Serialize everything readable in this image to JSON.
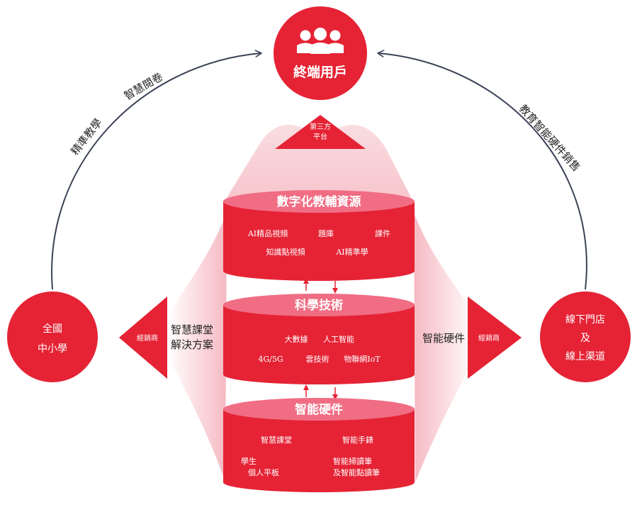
{
  "top_node": {
    "label": "終端用戶",
    "icon": "users-group-icon"
  },
  "third_party": {
    "line1": "第三方",
    "line2": "平台"
  },
  "left_node": {
    "line1": "全國",
    "line2": "中小學"
  },
  "right_node": {
    "line1": "線下門店",
    "line2": "及",
    "line3": "線上渠道"
  },
  "left_arc_text": {
    "part1": "精準教學",
    "part2": "智慧閱卷"
  },
  "right_arc_text": "教育智能硬件銷售",
  "left_side_label": {
    "line1": "智慧課堂",
    "line2": "解決方案"
  },
  "right_side_label": "智能硬件",
  "left_arrow_label": "經銷商",
  "right_arrow_label": "經銷商",
  "layers": [
    {
      "title": "數字化教輔資源",
      "items": [
        "AI精品視頻",
        "題庫",
        "課件",
        "知識點視頻",
        "AI精準學"
      ]
    },
    {
      "title": "科學技術",
      "items": [
        "大數據",
        "人工智能",
        "4G/5G",
        "雲技術",
        "物聯網IoT"
      ]
    },
    {
      "title": "智能硬件",
      "items": [
        "智慧課堂",
        "智能手錶",
        "學生",
        "個人平板",
        "智能掃讀筆",
        "及智能點讀筆"
      ]
    }
  ],
  "colors": {
    "accent": "#e52335",
    "cap": "#f06d84",
    "glow": "#f7c5cc",
    "arc": "#3b4256"
  }
}
